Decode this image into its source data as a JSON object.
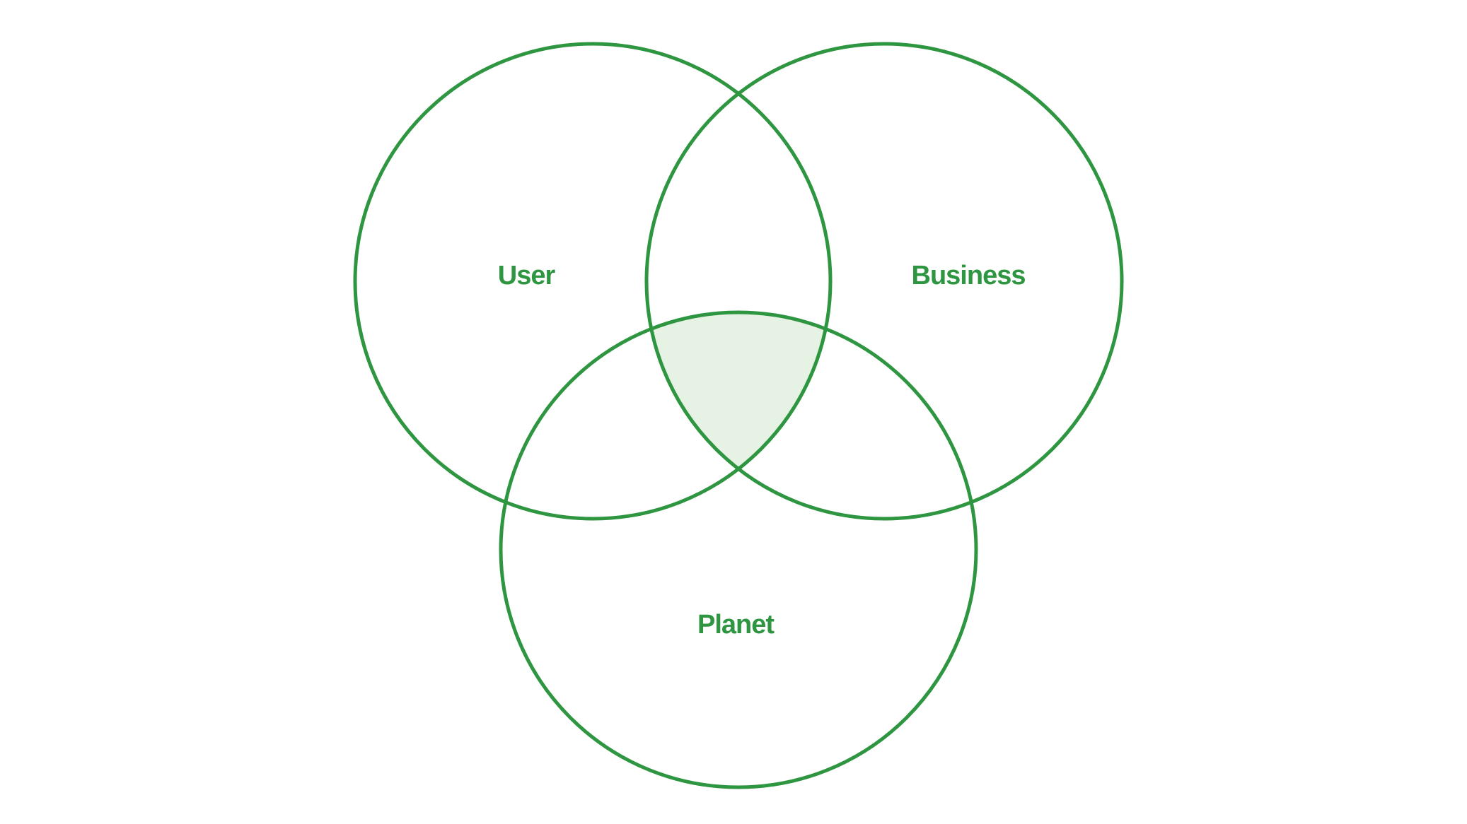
{
  "diagram": {
    "type": "venn",
    "colors": {
      "stroke": "#2e9540",
      "label": "#2e9540",
      "overlap_fill": "#e6f2e3",
      "background": "#ffffff"
    },
    "sets": [
      {
        "id": "user",
        "label": "User"
      },
      {
        "id": "business",
        "label": "Business"
      },
      {
        "id": "planet",
        "label": "Planet"
      }
    ],
    "highlighted_region": [
      "User",
      "Business",
      "Planet"
    ]
  }
}
